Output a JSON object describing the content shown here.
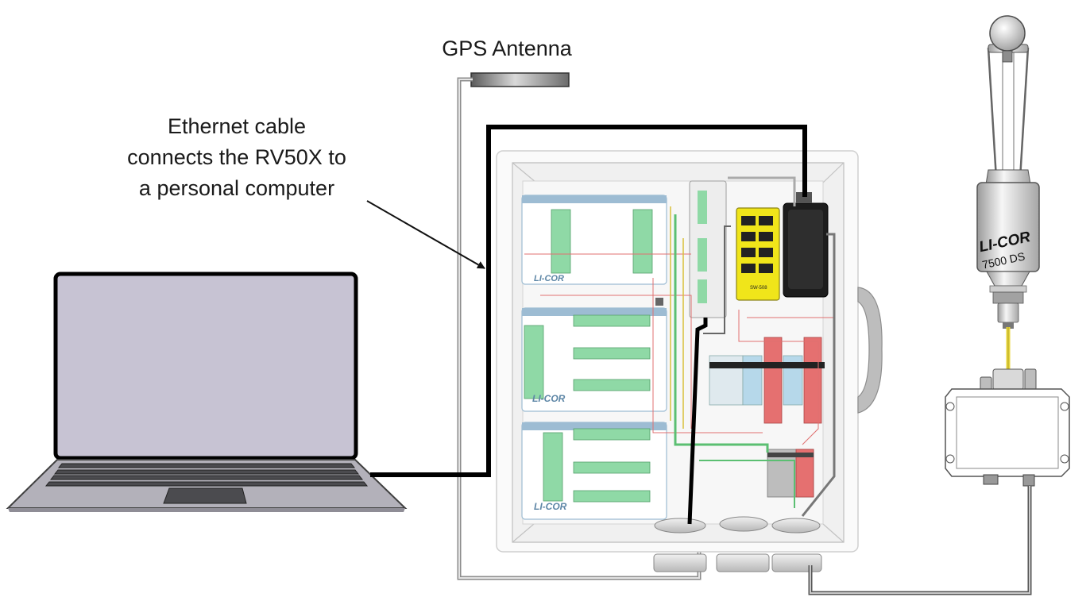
{
  "labels": {
    "gps_antenna": "GPS Antenna",
    "ethernet_note": [
      "Ethernet cable",
      "connects the RV50X to",
      "a personal computer"
    ]
  },
  "module_markings": {
    "logo": "LI-COR",
    "switch": "SW-508",
    "analyzer_model": "7500 DS"
  },
  "colors": {
    "ethernet_cable": "#000000",
    "gps_cable": "#9a9a9a",
    "signal_cable": "#e8d63a",
    "switch": "#f0e51a",
    "laptop_screen": "#c7c3d3",
    "laptop_body": "#b3b1ba",
    "terminal_red": "#e57070",
    "terminal_green": "#7fd49b"
  }
}
